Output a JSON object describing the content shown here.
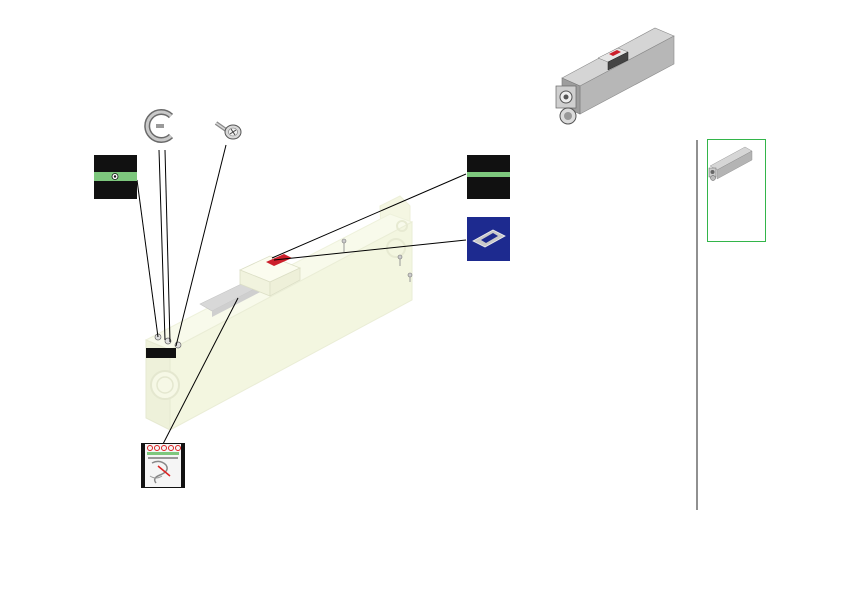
{
  "figure": {
    "callouts": [
      {
        "name": "e-clip-retaining-ring",
        "icon": "e-clip-icon"
      },
      {
        "name": "pan-head-screw",
        "icon": "screw-icon"
      },
      {
        "name": "black-label-green-stripe-left",
        "icon": "label-icon"
      },
      {
        "name": "black-label-green-stripe-right",
        "icon": "label-icon"
      },
      {
        "name": "blue-gasket-part",
        "icon": "gasket-icon"
      },
      {
        "name": "warning-instruction-label",
        "icon": "warning-label-icon"
      }
    ],
    "colors": {
      "housing": "#f6f8e6",
      "label_green": "#7dc77d",
      "label_black": "#111111",
      "gasket_blue": "#1d2a8f",
      "red_tab": "#cc1f2b",
      "thumbnail_border": "#33b54a"
    }
  }
}
